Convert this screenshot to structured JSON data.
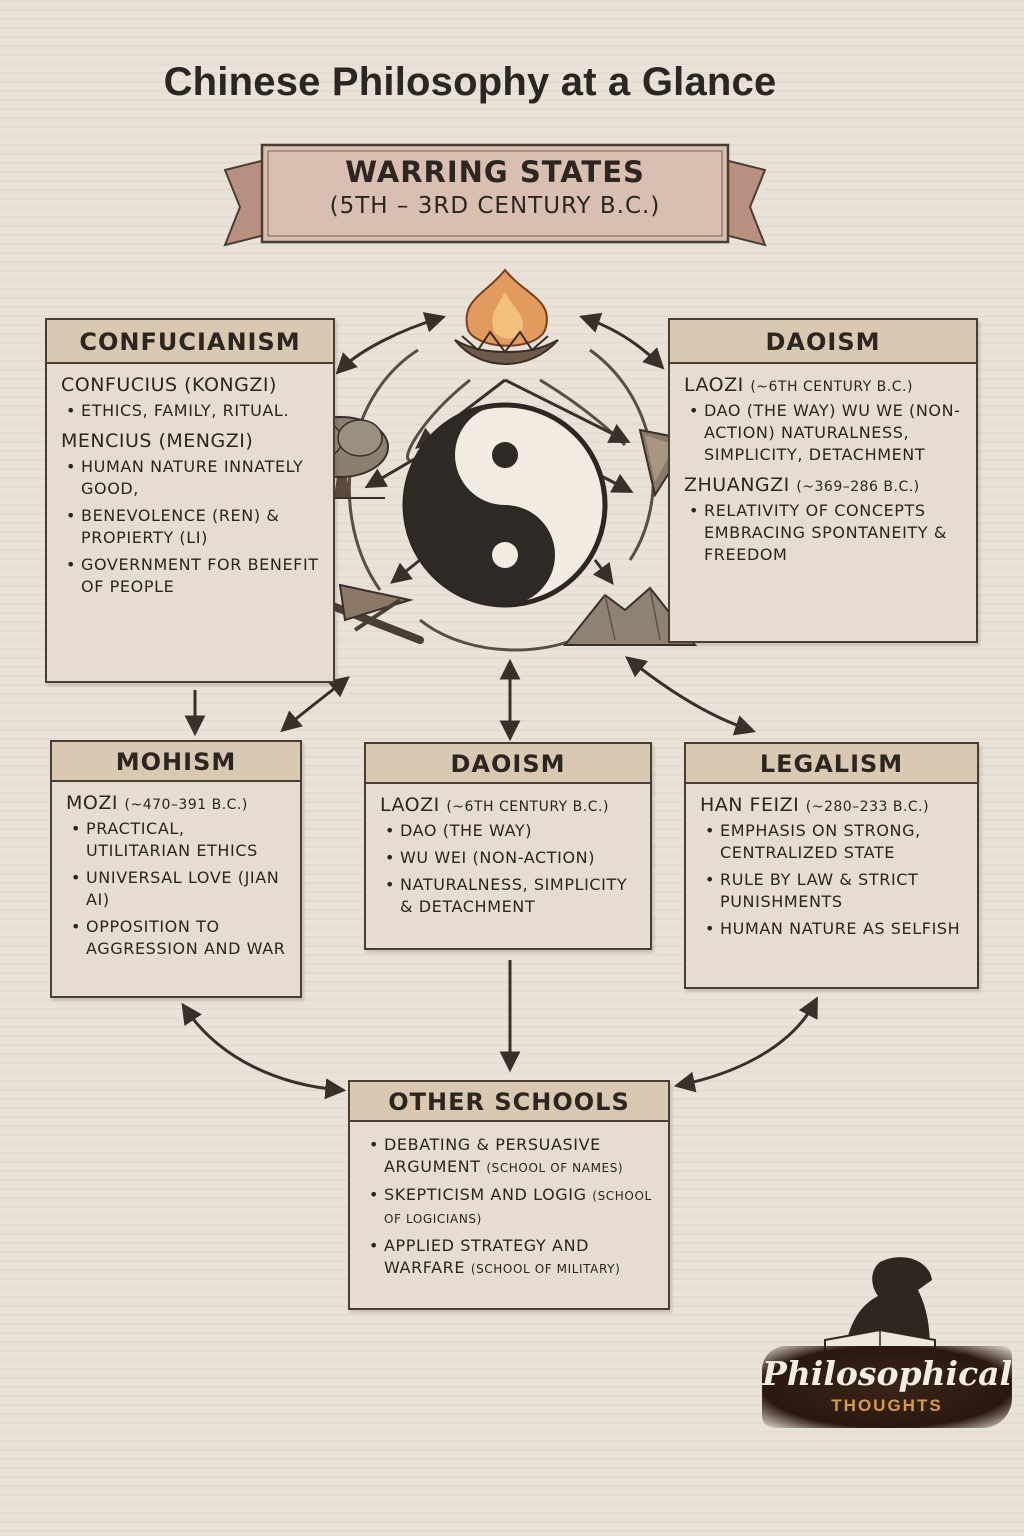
{
  "title": "Chinese Philosophy at a Glance",
  "banner": {
    "line1": "WARRING STATES",
    "line2": "(5TH – 3RD CENTURY B.C.)"
  },
  "confucianism": {
    "heading": "CONFUCIANISM",
    "philosophers": [
      {
        "name": "CONFUCIUS (KONGZI)",
        "points": [
          "ETHICS, FAMILY, RITUAL."
        ]
      },
      {
        "name": "MENCIUS (MENGZI)",
        "points": [
          "HUMAN NATURE INNATELY GOOD,",
          "BENEVOLENCE (REN) & PROPIERTY (LI)",
          "GOVERNMENT FOR BENEFIT OF PEOPLE"
        ]
      }
    ]
  },
  "daoism_top": {
    "heading": "DAOISM",
    "philosophers": [
      {
        "name": "LAOZI",
        "dates": "(~6TH CENTURY B.C.)",
        "points": [
          "DAO (THE WAY) WU WE (NON-ACTION) NATURALNESS, SIMPLICITY, DETACHMENT"
        ]
      },
      {
        "name": "ZHUANGZI",
        "dates": "(~369–286 B.C.)",
        "points": [
          "RELATIVITY OF CONCEPTS EMBRACING SPONTANEITY & FREEDOM"
        ]
      }
    ]
  },
  "mohism": {
    "heading": "MOHISM",
    "name": "MOZI",
    "dates": "(~470–391 B.C.)",
    "points": [
      "PRACTICAL, UTILITARIAN ETHICS",
      "UNIVERSAL LOVE (JIAN AI)",
      "OPPOSITION TO AGGRESSION AND WAR"
    ]
  },
  "daoism_mid": {
    "heading": "DAOISM",
    "name": "LAOZI",
    "dates": "(~6TH CENTURY B.C.)",
    "points": [
      "DAO (THE WAY)",
      "WU WEI (NON-ACTION)",
      "NATURALNESS, SIMPLICITY & DETACHMENT"
    ]
  },
  "legalism": {
    "heading": "LEGALISM",
    "name": "HAN FEIZI",
    "dates": "(~280–233 B.C.)",
    "points": [
      "EMPHASIS ON STRONG, CENTRALIZED STATE",
      "RULE BY LAW & STRICT PUNISHMENTS",
      "HUMAN NATURE AS SELFISH"
    ]
  },
  "other": {
    "heading": "OTHER SCHOOLS",
    "points": [
      {
        "text": "DEBATING & PERSUASIVE ARGUMENT",
        "sub": "(School of names)"
      },
      {
        "text": "SKEPTICISM AND LOGIG",
        "sub": "(School of logicians)"
      },
      {
        "text": "APPLIED STRATEGY AND WARFARE",
        "sub": "(School of military)"
      }
    ]
  },
  "logo": {
    "name": "Philosophical",
    "sub": "THOUGHTS"
  },
  "icons": [
    "fire-lotus-icon",
    "yin-yang-icon",
    "tree-icon",
    "arrowhead-icon",
    "weapons-icon",
    "mountain-icon",
    "scholar-reading-icon"
  ]
}
